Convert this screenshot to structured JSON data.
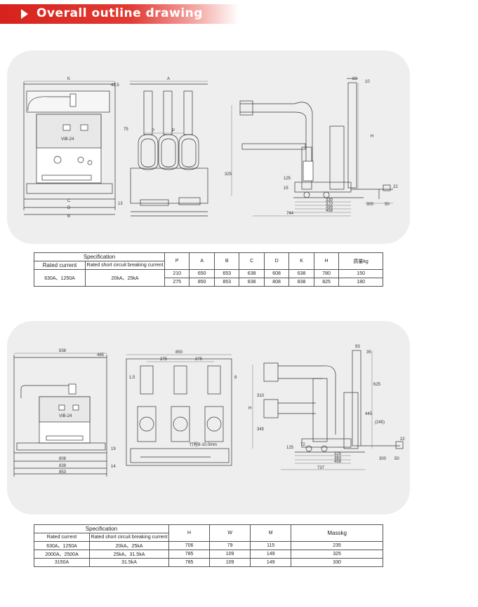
{
  "header": {
    "title": "Overall outline drawing"
  },
  "drawing1": {
    "front_labels": [
      "K",
      "42.5",
      "B",
      "C",
      "D",
      "13"
    ],
    "front_panel": {
      "model": "VIB-24"
    },
    "middle_labels": [
      "A",
      "P",
      "P",
      "75"
    ],
    "side_labels": [
      "83",
      "10",
      "H",
      "325",
      "125",
      "15",
      "330",
      "370",
      "395",
      "458",
      "744",
      "300",
      "50",
      "22"
    ]
  },
  "table1": {
    "spec_header": "Specification",
    "rated_current_header": "Rated current",
    "breaking_header": "Rated short circuit breaking current",
    "columns": [
      "P",
      "A",
      "B",
      "C",
      "D",
      "K",
      "H",
      "质量kg"
    ],
    "group": {
      "rated_current": "630A、1250A",
      "breaking": "20kA、25kA"
    },
    "rows": [
      [
        "210",
        "650",
        "653",
        "638",
        "608",
        "638",
        "780",
        "150"
      ],
      [
        "275",
        "850",
        "853",
        "838",
        "808",
        "838",
        "825",
        "180"
      ]
    ]
  },
  "drawing2": {
    "front_labels": [
      "838",
      "485",
      "19",
      "808",
      "838",
      "853",
      "14"
    ],
    "front_panel": {
      "model": "VIB-24"
    },
    "middle_labels": [
      "850",
      "275",
      "275",
      "1.5",
      "8",
      "行程8-10.0mm"
    ],
    "side_labels": [
      "93",
      "35",
      "H",
      "310",
      "345",
      "625",
      "445",
      "(245)",
      "72",
      "125",
      "22",
      "325",
      "383",
      "458",
      "737",
      "300",
      "50"
    ]
  },
  "table2": {
    "spec_header": "Specification",
    "rated_current_header": "Rated current",
    "breaking_header": "Rated short circuit breaking current",
    "columns": [
      "H",
      "W",
      "M",
      "Masskg"
    ],
    "rows": [
      [
        "630A、1250A",
        "20kA、25kA",
        "706",
        "79",
        "115",
        "235"
      ],
      [
        "2000A、2500A",
        "25kA、31.5kA",
        "785",
        "109",
        "149",
        "325"
      ],
      [
        "3150A",
        "31.5kA",
        "785",
        "109",
        "149",
        "330"
      ]
    ]
  }
}
